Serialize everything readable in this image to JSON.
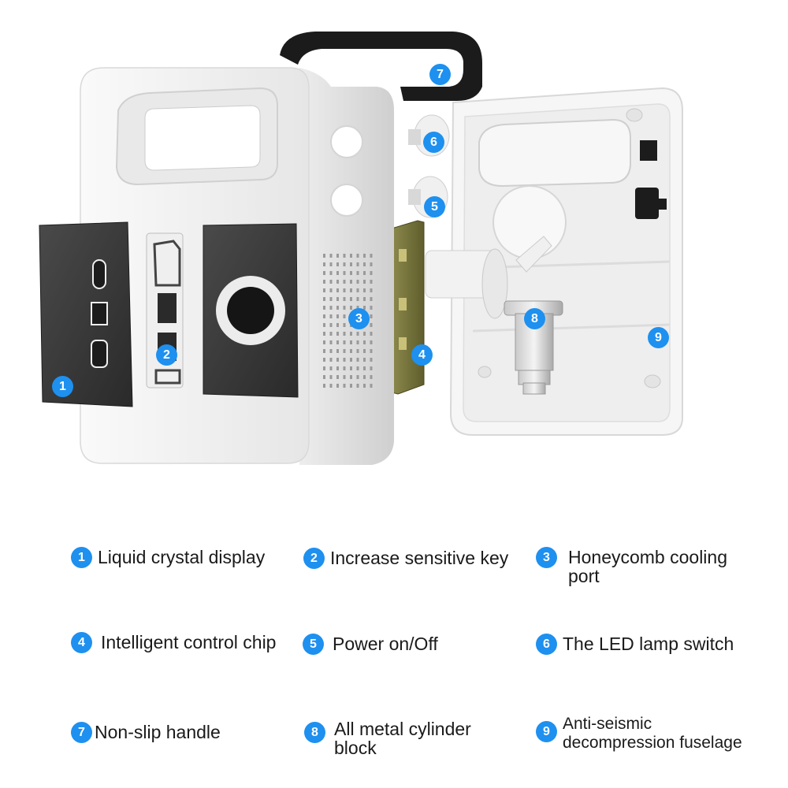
{
  "colors": {
    "badge": "#1e90ef",
    "body": "#f4f4f4",
    "panel": "#3a3a3a",
    "chip": "#7d7a3e"
  },
  "callouts": [
    "1",
    "2",
    "3",
    "4",
    "5",
    "6",
    "7",
    "8",
    "9"
  ],
  "legend": [
    {
      "num": "1",
      "text": "Liquid crystal display"
    },
    {
      "num": "2",
      "text": "Increase sensitive key"
    },
    {
      "num": "3",
      "text": "Honeycomb cooling port"
    },
    {
      "num": "4",
      "text": "Intelligent control chip"
    },
    {
      "num": "5",
      "text": "Power on/Off"
    },
    {
      "num": "6",
      "text": "The LED lamp switch"
    },
    {
      "num": "7",
      "text": "Non-slip handle"
    },
    {
      "num": "8",
      "text": "All metal cylinder block"
    },
    {
      "num": "9",
      "text": "Anti-seismic decompression fuselage"
    }
  ]
}
